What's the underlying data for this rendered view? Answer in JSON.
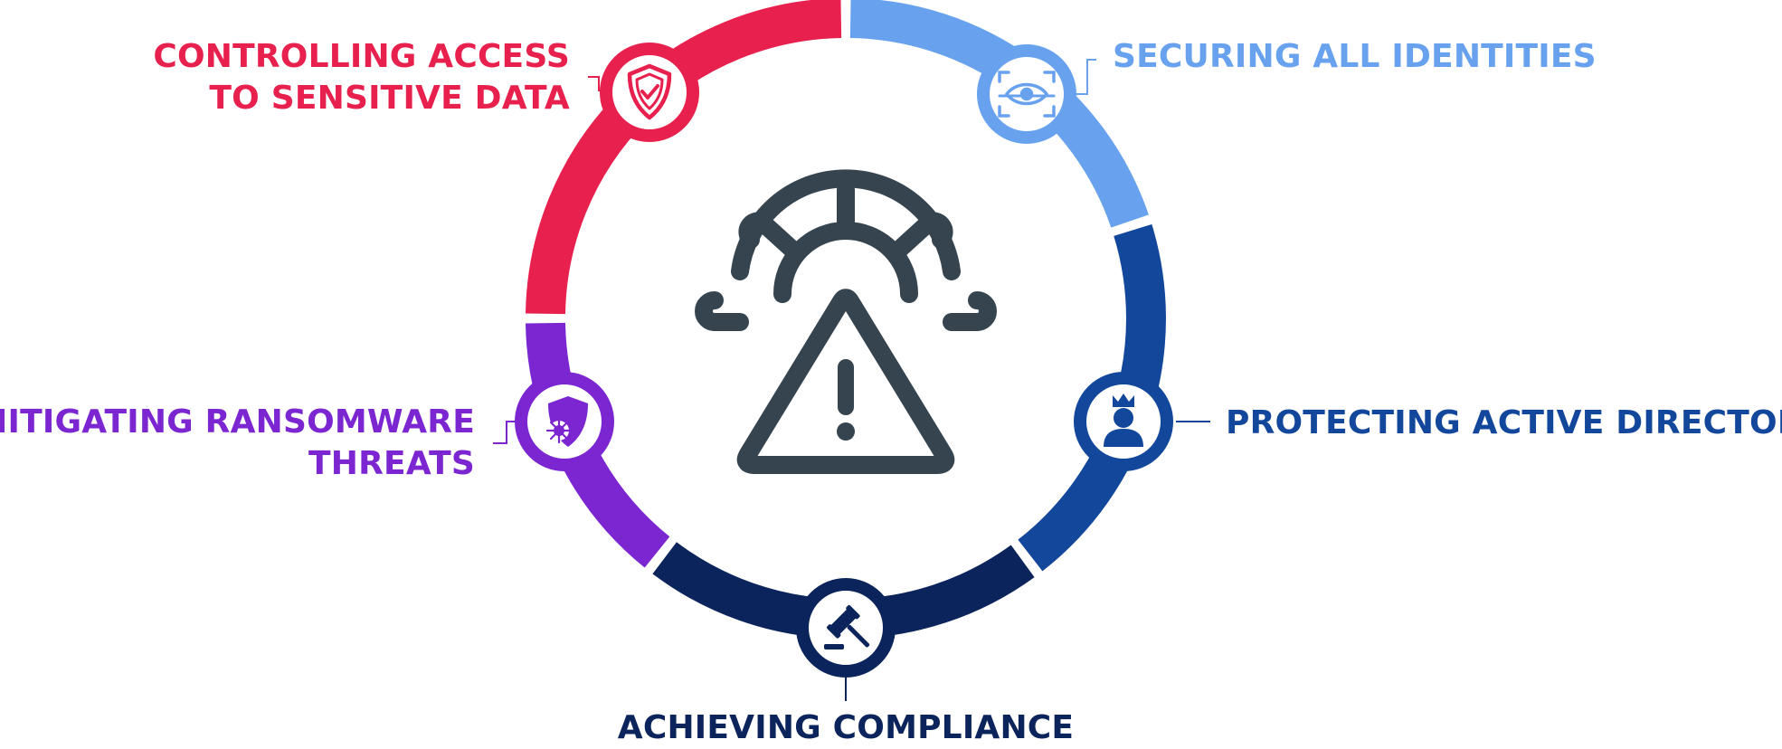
{
  "colors": {
    "access": "#E8204E",
    "identities": "#68A2EE",
    "active_directory": "#12479C",
    "compliance": "#0C245C",
    "ransomware": "#7B26D1",
    "center_icon": "#36444F"
  },
  "segments": [
    {
      "name": "controlling-access",
      "color_key": "access"
    },
    {
      "name": "securing-identities",
      "color_key": "identities"
    },
    {
      "name": "protecting-active-directory",
      "color_key": "active_directory"
    },
    {
      "name": "achieving-compliance",
      "color_key": "compliance"
    },
    {
      "name": "mitigating-ransomware",
      "color_key": "ransomware"
    }
  ],
  "nodes": [
    {
      "id": "access",
      "icon": "shield-check-icon",
      "label_lines": [
        "CONTROLLING ACCESS",
        "TO SENSITIVE DATA"
      ]
    },
    {
      "id": "identities",
      "icon": "eye-scan-icon",
      "label_lines": [
        "SECURING ALL IDENTITIES"
      ]
    },
    {
      "id": "active_directory",
      "icon": "crowned-user-icon",
      "label_lines": [
        "PROTECTING ACTIVE DIRECTORY"
      ]
    },
    {
      "id": "compliance",
      "icon": "gavel-icon",
      "label_lines": [
        "ACHIEVING COMPLIANCE"
      ]
    },
    {
      "id": "ransomware",
      "icon": "shield-virus-icon",
      "label_lines": [
        "MITIGATING RANSOMWARE",
        "THREATS"
      ]
    }
  ],
  "center": {
    "icon": "warning-gear-icon"
  }
}
